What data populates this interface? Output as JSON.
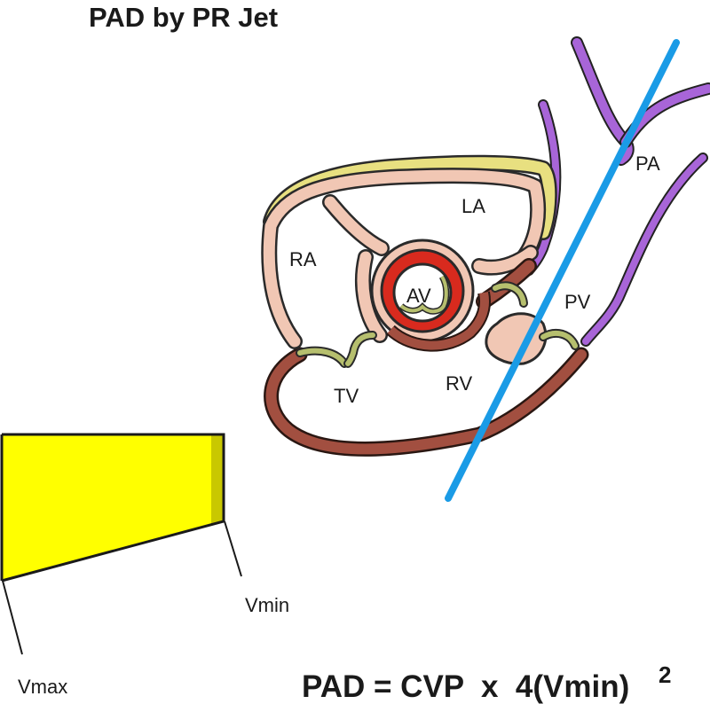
{
  "title": "PAD by PR Jet",
  "labels": {
    "la": "LA",
    "ra": "RA",
    "av": "AV",
    "tv": "TV",
    "rv": "RV",
    "pv": "PV",
    "pa": "PA"
  },
  "doppler": {
    "vmax": "Vmax",
    "vmin": "Vmin"
  },
  "formula": {
    "text": "PAD = CVP  x  4(Vmin)",
    "exponent": "2"
  },
  "colors": {
    "envelope": "#ffff00",
    "envelope_edge": "#c9c800",
    "cursor": "#1a9be6",
    "pericardium": "#e8e080",
    "atrium_wall": "#f1c7b4",
    "myocardium": "#a24f40",
    "aortic_wall": "#d82a1e",
    "valve": "#b6bf6e",
    "pulmonary_artery": "#a865d8"
  }
}
